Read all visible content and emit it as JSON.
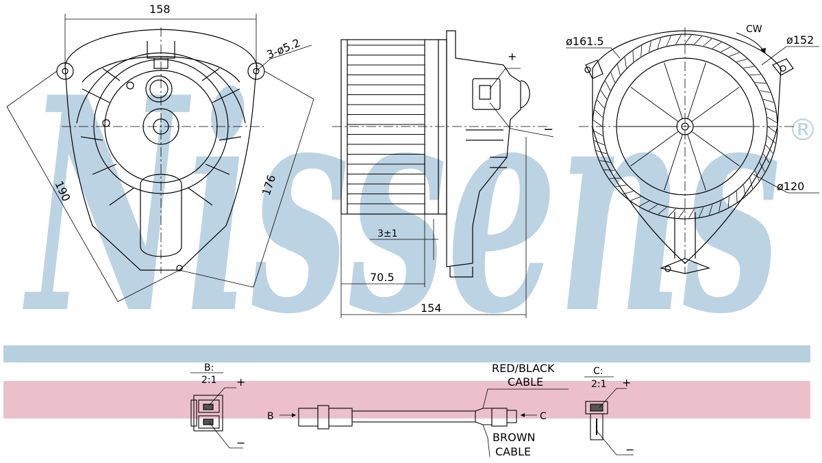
{
  "watermark": {
    "brand": "Nissens",
    "registered_mark": "®"
  },
  "colors": {
    "band_blue": "#b7d0e0",
    "band_pink": "#ebc0cb",
    "watermark": "#bcd3e3",
    "line": "#000000"
  },
  "front_view": {
    "width_dim": "158",
    "holes_dim": "3-ø5.2",
    "diag_dim": "190",
    "diag_dim_2": "176"
  },
  "side_view": {
    "offset_dim": "3±1",
    "depth_dim": "70.5",
    "length_dim": "154",
    "plus_sign": "+",
    "minus_sign": "−"
  },
  "wheel_view": {
    "rotation": "CW",
    "outer_dia": "ø161.5",
    "wheel_dia": "ø152",
    "hub_dia": "ø120"
  },
  "connectors": {
    "b": {
      "title": "B:",
      "scale": "2:1",
      "plus": "+",
      "minus": "−"
    },
    "c": {
      "title": "C:",
      "scale": "2:1",
      "plus": "+",
      "minus": "−"
    }
  },
  "cable": {
    "end_b": "B",
    "end_c": "C",
    "red_black_1": "RED/BLACK",
    "red_black_2": "CABLE",
    "brown_1": "BROWN",
    "brown_2": "CABLE"
  }
}
